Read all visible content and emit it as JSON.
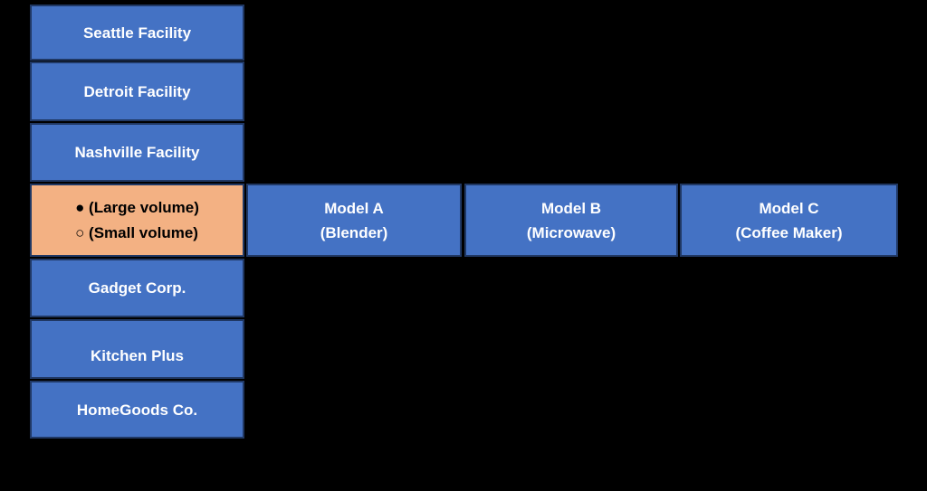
{
  "colors": {
    "background": "#000000",
    "box_fill": "#4472C4",
    "box_border": "#203864",
    "box_text": "#FFFFFF",
    "legend_fill": "#F3B183",
    "legend_text": "#000000"
  },
  "left_column": {
    "facilities": [
      {
        "label": "Seattle Facility"
      },
      {
        "label": "Detroit Facility"
      },
      {
        "label": "Nashville Facility"
      }
    ],
    "customers": [
      {
        "label": "Gadget Corp."
      },
      {
        "label": "Kitchen Plus"
      },
      {
        "label": "HomeGoods Co."
      }
    ]
  },
  "legend": {
    "large_volume": "● (Large volume)",
    "small_volume": "○ (Small volume)"
  },
  "column_headers": [
    {
      "name": "Model A",
      "product": "(Blender)"
    },
    {
      "name": "Model B",
      "product": "(Microwave)"
    },
    {
      "name": "Model C",
      "product": "(Coffee Maker)"
    }
  ]
}
